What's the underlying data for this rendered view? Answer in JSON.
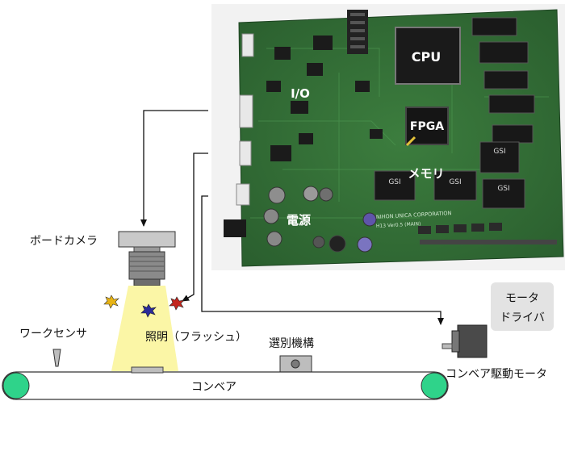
{
  "board": {
    "labels": {
      "cpu": "CPU",
      "io": "I/O",
      "fpga": "FPGA",
      "memory": "メモリ",
      "power": "電源"
    },
    "chip_brand": "GSI",
    "silk_text_1": "NIHON UNICA CORPORATION",
    "silk_text_2": "H13 Ver0.5 (MAIN)"
  },
  "labels": {
    "board_camera": "ボードカメラ",
    "lighting": "照明（フラッシュ）",
    "work_sensor": "ワークセンサ",
    "sorting_mechanism": "選別機構",
    "conveyor": "コンベア",
    "conveyor_motor": "コンベア駆動モータ",
    "motor_driver_line1": "モータ",
    "motor_driver_line2": "ドライバ"
  },
  "colors": {
    "pcb": "#2f6b33",
    "light_cone": "#fbf6a6",
    "roller": "#2fd38a",
    "driver_box": "#e3e3e3"
  }
}
